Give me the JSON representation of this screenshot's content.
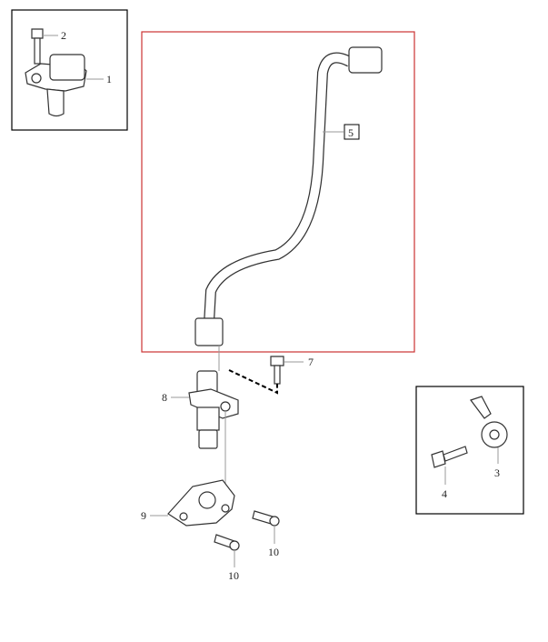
{
  "callouts": {
    "c1": "1",
    "c2": "2",
    "c3": "3",
    "c4": "4",
    "c5": "5",
    "c7": "7",
    "c8": "8",
    "c9": "9",
    "c10a": "10",
    "c10b": "10"
  },
  "colors": {
    "highlight_frame": "#cc3333",
    "inset_frame": "#000000"
  }
}
